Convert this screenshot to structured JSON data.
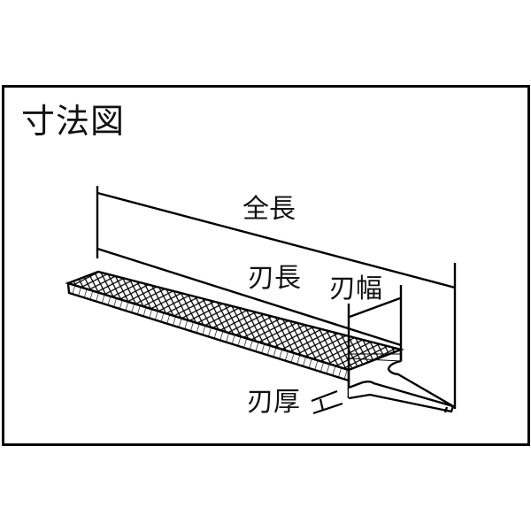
{
  "diagram": {
    "title": "寸法図",
    "labels": {
      "overall_length": "全長",
      "blade_length": "刃長",
      "blade_width": "刃幅",
      "blade_thickness": "刃厚"
    },
    "subject": "flat file with crosshatched cutting face and tapered tang",
    "colors": {
      "line": "#000000",
      "background": "#ffffff"
    }
  }
}
